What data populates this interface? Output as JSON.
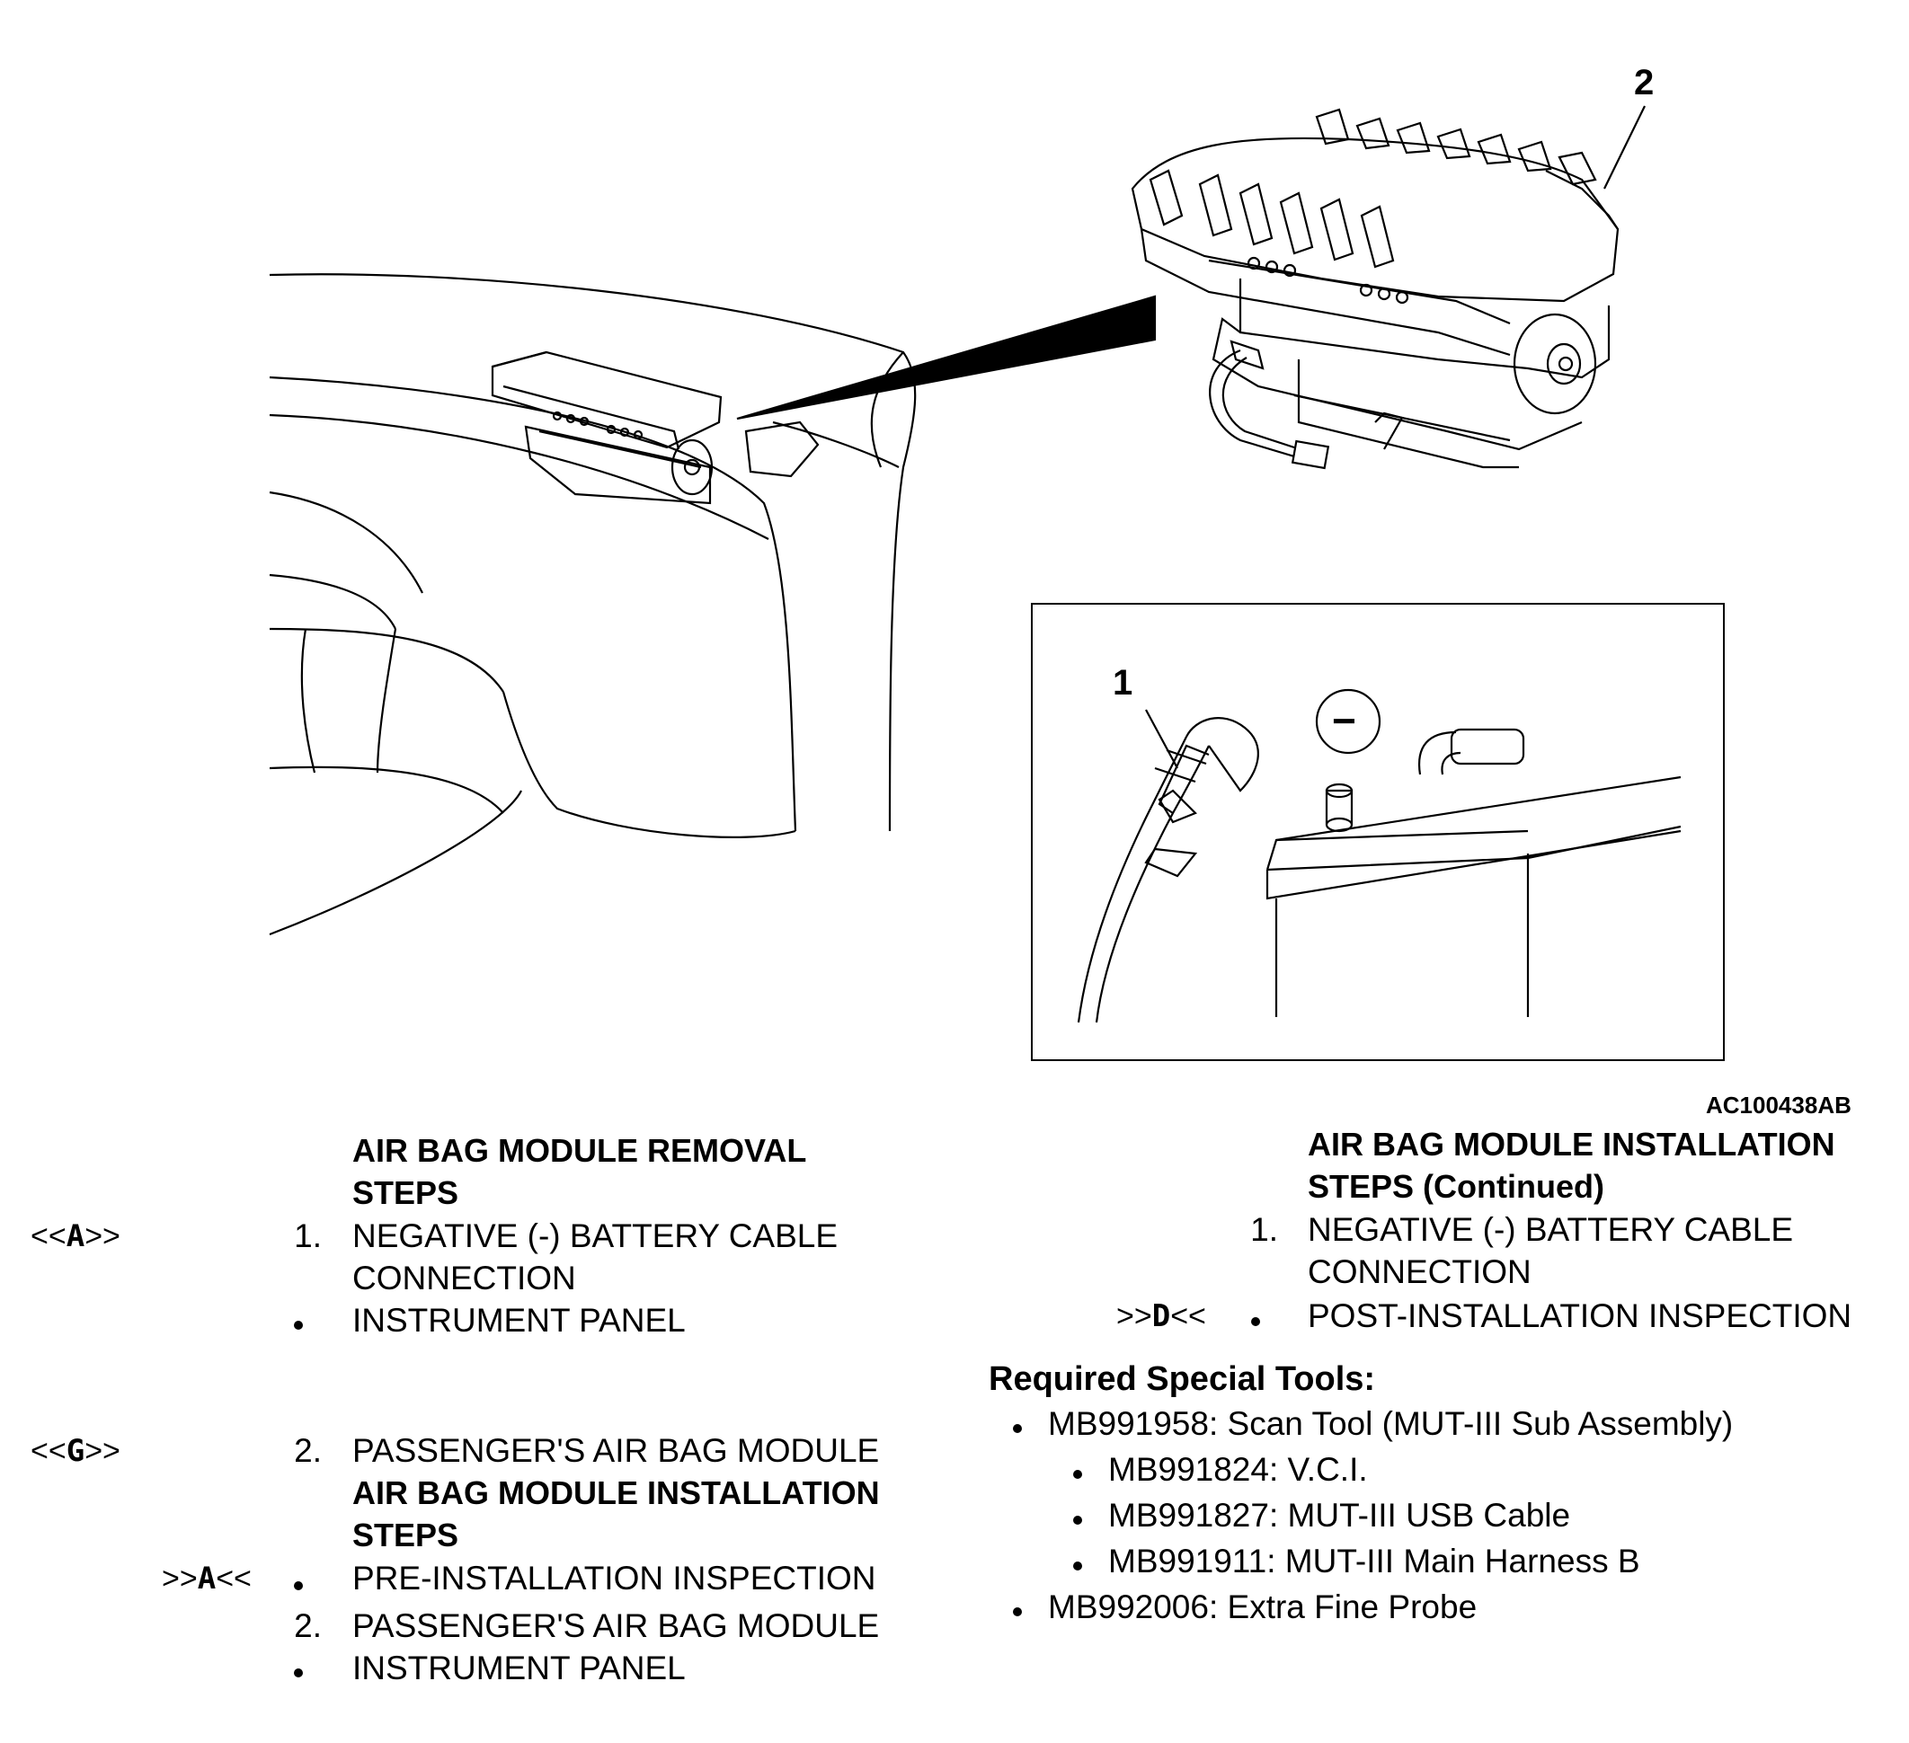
{
  "figure": {
    "code": "AC100438AB",
    "callout_1": "1",
    "callout_2": "2",
    "minus_symbol": "−"
  },
  "removal": {
    "heading_line1": "AIR BAG MODULE REMOVAL",
    "heading_line2": "STEPS",
    "items": [
      {
        "ref": "<<A>>",
        "ref_pre": "<<",
        "ref_letter": "A",
        "ref_post": ">>",
        "number": "1.",
        "line1": "NEGATIVE (-) BATTERY CABLE",
        "line2": "CONNECTION"
      },
      {
        "bullet": true,
        "line1": "INSTRUMENT PANEL"
      },
      {
        "ref": "<<G>>",
        "ref_pre": "<<",
        "ref_letter": "G",
        "ref_post": ">>",
        "number": "2.",
        "line1": "PASSENGER'S AIR BAG MODULE"
      }
    ]
  },
  "installation": {
    "heading_line1": "AIR BAG MODULE INSTALLATION",
    "heading_line2": "STEPS",
    "items": [
      {
        "ref_pre": ">>",
        "ref_letter": "A",
        "ref_post": "<<",
        "bullet": true,
        "line1": "PRE-INSTALLATION INSPECTION"
      },
      {
        "number": "2.",
        "line1": "PASSENGER'S AIR BAG MODULE"
      },
      {
        "bullet": true,
        "line1": "INSTRUMENT PANEL"
      }
    ]
  },
  "installation_continued": {
    "heading_line1": "AIR BAG MODULE INSTALLATION",
    "heading_line2": "STEPS (Continued)",
    "items": [
      {
        "number": "1.",
        "line1": "NEGATIVE (-) BATTERY CABLE",
        "line2": "CONNECTION"
      },
      {
        "ref_pre": ">>",
        "ref_letter": "D",
        "ref_post": "<<",
        "bullet": true,
        "line1": "POST-INSTALLATION INSPECTION"
      }
    ]
  },
  "tools": {
    "heading": "Required Special Tools:",
    "items": [
      {
        "text": "MB991958: Scan Tool (MUT-III Sub Assembly)",
        "level": 1
      },
      {
        "text": "MB991824: V.C.I.",
        "level": 2
      },
      {
        "text": "MB991827: MUT-III USB Cable",
        "level": 2
      },
      {
        "text": "MB991911: MUT-III Main Harness B",
        "level": 2
      },
      {
        "text": "MB992006: Extra Fine Probe",
        "level": 1
      }
    ]
  }
}
